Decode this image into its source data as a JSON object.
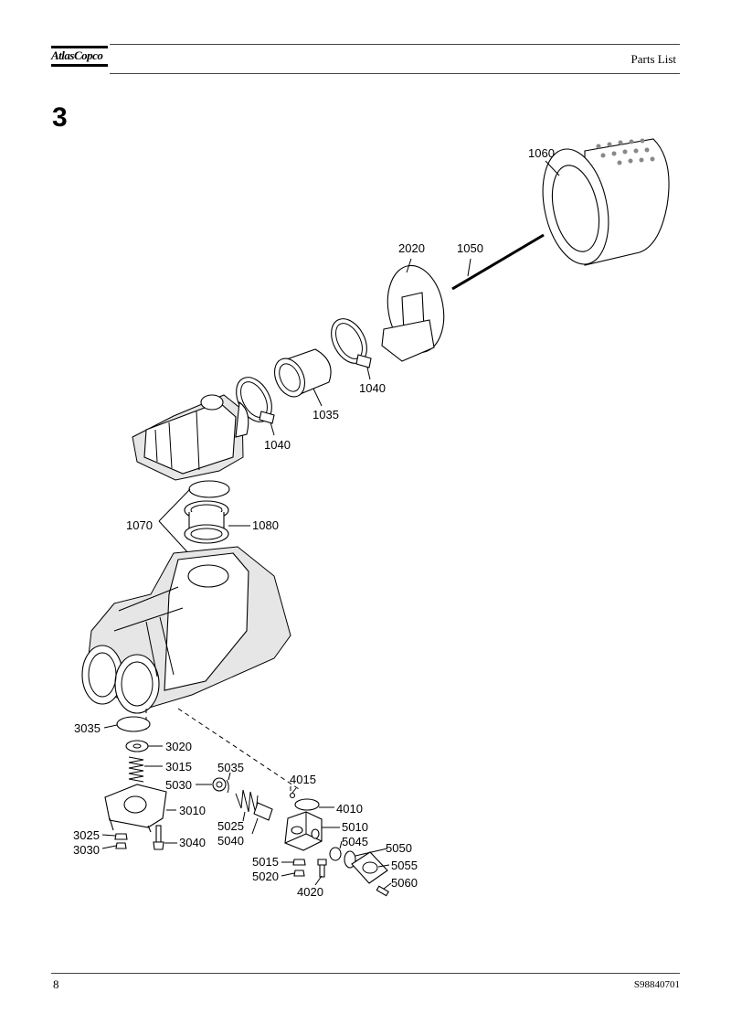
{
  "header": {
    "brand": "AtlasCopco",
    "title": "Parts List"
  },
  "section_number": "3",
  "callouts": {
    "c1060": "1060",
    "c2020": "2020",
    "c1050": "1050",
    "c1040a": "1040",
    "c1035": "1035",
    "c1040b": "1040",
    "c1070": "1070",
    "c1080": "1080",
    "c3035": "3035",
    "c3020": "3020",
    "c3015": "3015",
    "c5035": "5035",
    "c5030": "5030",
    "c4015": "4015",
    "c4010": "4010",
    "c3010": "3010",
    "c5010": "5010",
    "c5025": "5025",
    "c5045": "5045",
    "c3025": "3025",
    "c5040": "5040",
    "c3040": "3040",
    "c5050": "5050",
    "c3030": "3030",
    "c5015": "5015",
    "c5055": "5055",
    "c5020": "5020",
    "c5060": "5060",
    "c4020": "4020"
  },
  "footer": {
    "page_number": "8",
    "document_number": "S98840701"
  }
}
